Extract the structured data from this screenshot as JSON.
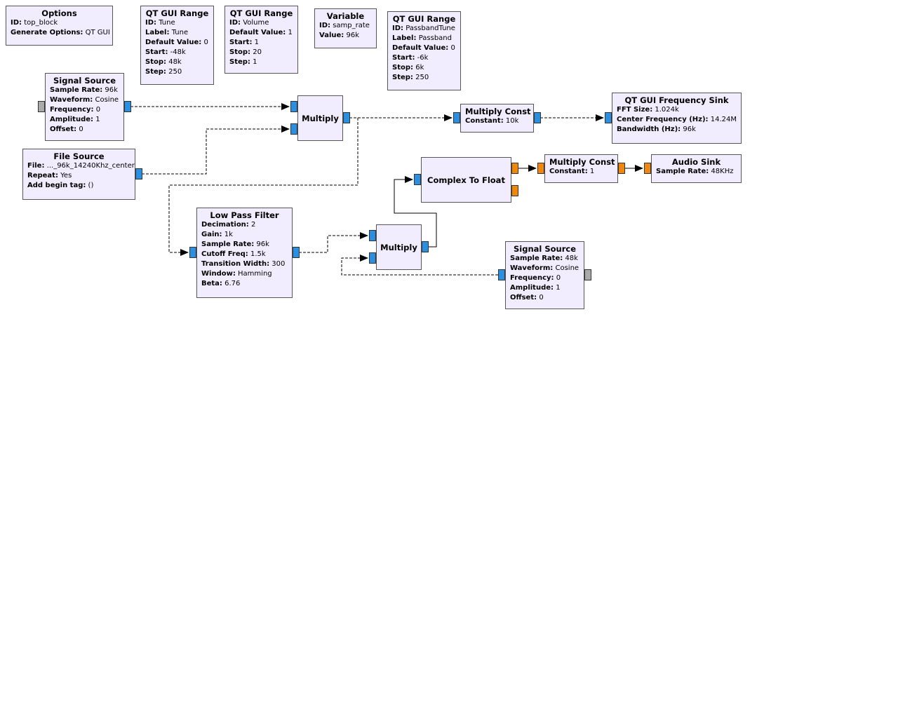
{
  "colors": {
    "block_bg": "#f1ecfe",
    "complex_port": "#2b8fe0",
    "float_port": "#f08810",
    "disabled_port": "#aaaaaa"
  },
  "blocks": {
    "options": {
      "title": "Options",
      "params": [
        {
          "label": "ID:",
          "value": "top_block"
        },
        {
          "label": "Generate Options:",
          "value": "QT GUI"
        }
      ]
    },
    "qt_range_tune": {
      "title": "QT GUI Range",
      "params": [
        {
          "label": "ID:",
          "value": "Tune"
        },
        {
          "label": "Label:",
          "value": "Tune"
        },
        {
          "label": "Default Value:",
          "value": "0"
        },
        {
          "label": "Start:",
          "value": "-48k"
        },
        {
          "label": "Stop:",
          "value": "48k"
        },
        {
          "label": "Step:",
          "value": "250"
        }
      ]
    },
    "qt_range_volume": {
      "title": "QT GUI Range",
      "params": [
        {
          "label": "ID:",
          "value": "Volume"
        },
        {
          "label": "Default Value:",
          "value": "1"
        },
        {
          "label": "Start:",
          "value": "1"
        },
        {
          "label": "Stop:",
          "value": "20"
        },
        {
          "label": "Step:",
          "value": "1"
        }
      ]
    },
    "variable": {
      "title": "Variable",
      "params": [
        {
          "label": "ID:",
          "value": "samp_rate"
        },
        {
          "label": "Value:",
          "value": "96k"
        }
      ]
    },
    "qt_range_passband": {
      "title": "QT GUI Range",
      "params": [
        {
          "label": "ID:",
          "value": "PassbandTune"
        },
        {
          "label": "Label:",
          "value": "Passband"
        },
        {
          "label": "Default Value:",
          "value": "0"
        },
        {
          "label": "Start:",
          "value": "-6k"
        },
        {
          "label": "Stop:",
          "value": "6k"
        },
        {
          "label": "Step:",
          "value": "250"
        }
      ]
    },
    "signal_source_1": {
      "title": "Signal Source",
      "params": [
        {
          "label": "Sample Rate:",
          "value": "96k"
        },
        {
          "label": "Waveform:",
          "value": "Cosine"
        },
        {
          "label": "Frequency:",
          "value": "0"
        },
        {
          "label": "Amplitude:",
          "value": "1"
        },
        {
          "label": "Offset:",
          "value": "0"
        }
      ]
    },
    "file_source": {
      "title": "File Source",
      "params": [
        {
          "label": "File:",
          "value": "..._96k_14240Khz_center"
        },
        {
          "label": "Repeat:",
          "value": "Yes"
        },
        {
          "label": "Add begin tag:",
          "value": "()"
        }
      ]
    },
    "multiply_1": {
      "title": "Multiply"
    },
    "multiply_const_1": {
      "title": "Multiply Const",
      "params": [
        {
          "label": "Constant:",
          "value": "10k"
        }
      ]
    },
    "freq_sink": {
      "title": "QT GUI Frequency Sink",
      "params": [
        {
          "label": "FFT Size:",
          "value": "1.024k"
        },
        {
          "label": "Center Frequency (Hz):",
          "value": "14.24M"
        },
        {
          "label": "Bandwidth (Hz):",
          "value": "96k"
        }
      ]
    },
    "complex_to_float": {
      "title": "Complex To Float"
    },
    "multiply_const_2": {
      "title": "Multiply Const",
      "params": [
        {
          "label": "Constant:",
          "value": "1"
        }
      ]
    },
    "audio_sink": {
      "title": "Audio Sink",
      "params": [
        {
          "label": "Sample Rate:",
          "value": "48KHz"
        }
      ]
    },
    "low_pass_filter": {
      "title": "Low Pass Filter",
      "params": [
        {
          "label": "Decimation:",
          "value": "2"
        },
        {
          "label": "Gain:",
          "value": "1k"
        },
        {
          "label": "Sample Rate:",
          "value": "96k"
        },
        {
          "label": "Cutoff Freq:",
          "value": "1.5k"
        },
        {
          "label": "Transition Width:",
          "value": "300"
        },
        {
          "label": "Window:",
          "value": "Hamming"
        },
        {
          "label": "Beta:",
          "value": "6.76"
        }
      ]
    },
    "multiply_2": {
      "title": "Multiply"
    },
    "signal_source_2": {
      "title": "Signal Source",
      "params": [
        {
          "label": "Sample Rate:",
          "value": "48k"
        },
        {
          "label": "Waveform:",
          "value": "Cosine"
        },
        {
          "label": "Frequency:",
          "value": "0"
        },
        {
          "label": "Amplitude:",
          "value": "1"
        },
        {
          "label": "Offset:",
          "value": "0"
        }
      ]
    }
  }
}
